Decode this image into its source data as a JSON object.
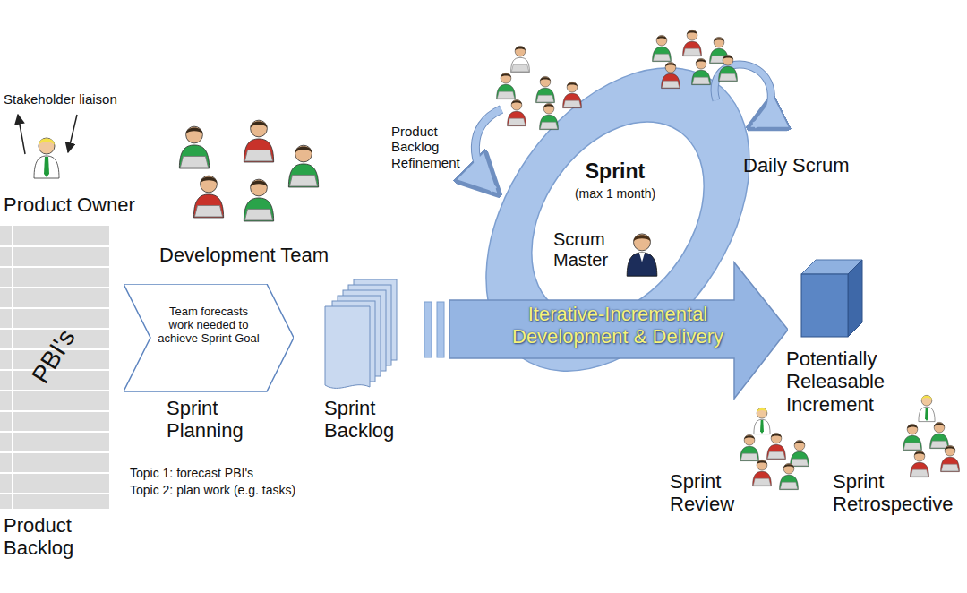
{
  "diagram": {
    "nodes": [
      {
        "text": [
          "PBI's",
          "Product Backlog"
        ]
      },
      {
        "text": [
          "Team forecasts work needed to achieve Sprint Goal",
          "Sprint Planning"
        ]
      },
      {
        "text": [
          "Sprint Backlog"
        ]
      },
      {
        "text": [
          "Sprint",
          "(max 1 month)",
          "Scrum Master"
        ]
      },
      {
        "text": [
          "Iterative-Incremental Development & Delivery"
        ]
      },
      {
        "text": [
          "Potentially Releasable Increment"
        ]
      }
    ],
    "labels": [
      "Stakeholder liaison",
      "Product Owner",
      "Development Team",
      "Product Backlog Refinement",
      "Daily Scrum",
      "Topic 1: forecast PBI's",
      "Topic 2: plan work (e.g. tasks)",
      "Sprint Review",
      "Sprint Retrospective"
    ]
  }
}
